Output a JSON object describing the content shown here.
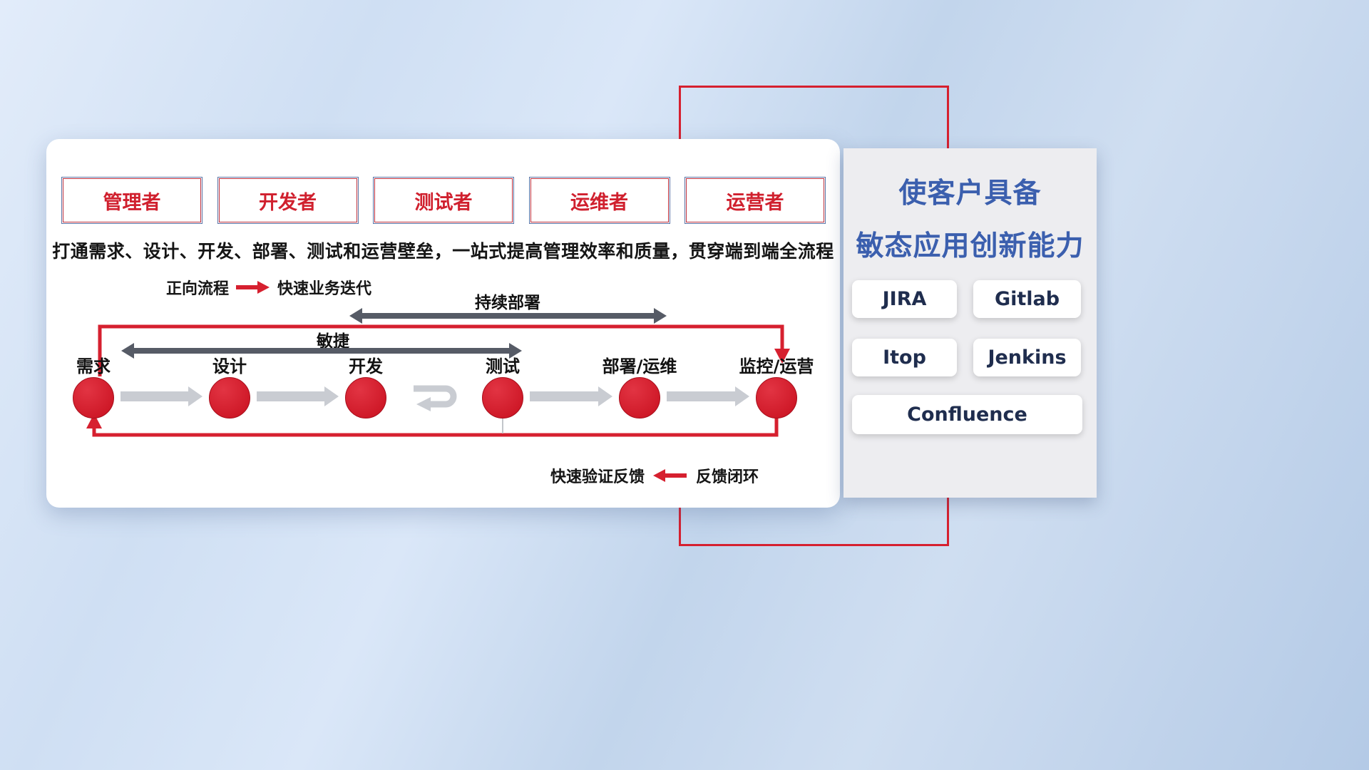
{
  "roles": [
    "管理者",
    "开发者",
    "测试者",
    "运维者",
    "运营者"
  ],
  "subtitle": "打通需求、设计、开发、部署、测试和运营壁垒，一站式提高管理效率和质量，贯穿端到端全流程",
  "forward_legend": {
    "label": "正向流程",
    "desc": "快速业务迭代"
  },
  "feedback_legend": {
    "label": "快速验证反馈",
    "desc": "反馈闭环"
  },
  "labels": {
    "continuous_deploy": "持续部署",
    "agile": "敏捷"
  },
  "stages": [
    "需求",
    "设计",
    "开发",
    "测试",
    "部署/运维",
    "监控/运营"
  ],
  "panel": {
    "title1": "使客户具备",
    "title2": "敏态应用创新能力",
    "tools": [
      "JIRA",
      "Gitlab",
      "Itop",
      "Jenkins",
      "Confluence"
    ]
  },
  "colors": {
    "red": "#d6202f",
    "dark_arrow": "#565b66",
    "gray_arrow": "#c9ccd2",
    "blue_title": "#3b5fae",
    "navy_text": "#1f2d4e",
    "role_text": "#d0202e"
  }
}
